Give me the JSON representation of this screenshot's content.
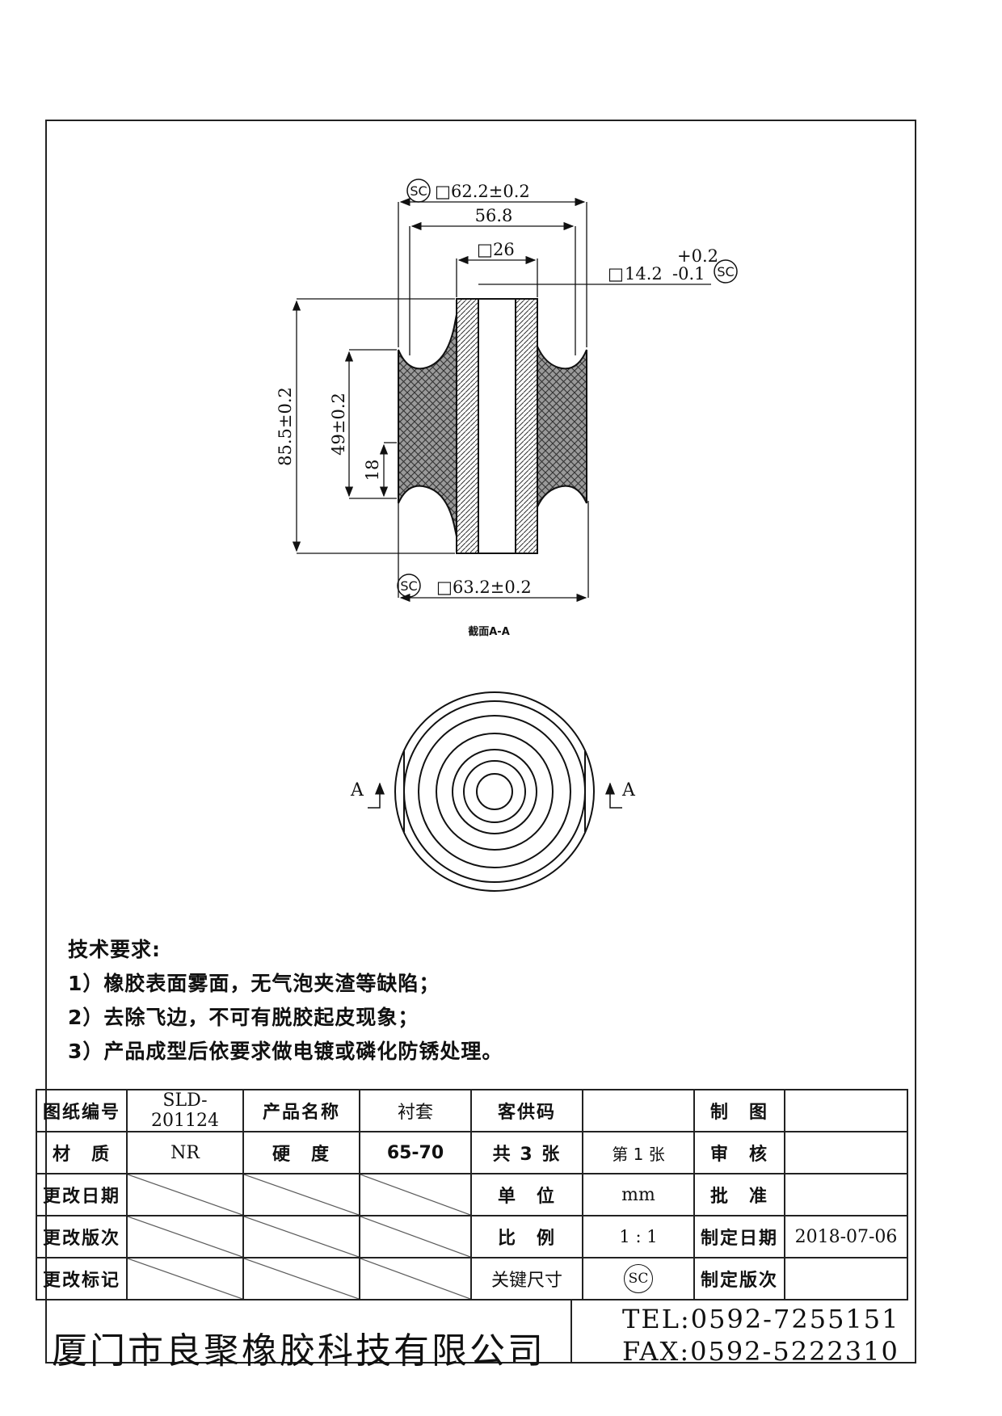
{
  "drawing": {
    "dim_top_outer": "62.2±0.2",
    "dim_top_inner": "56.8",
    "dim_bore_26": "26",
    "dim_tol_upper": "+0.2",
    "dim_bore_14": "14.2",
    "dim_tol_lower": "-0.1",
    "dim_bottom_outer": "63.2±0.2",
    "dim_height_total": "85.5±0.2",
    "dim_height_mid": "49±0.2",
    "dim_height_18": "18",
    "sc_mark": "SC",
    "square_sym": "□",
    "section_label": "截面A-A",
    "view_arrow_label": "A"
  },
  "requirements": {
    "heading": "技术要求:",
    "items": [
      "1）橡胶表面雾面，无气泡夹渣等缺陷；",
      "2）去除飞边，不可有脱胶起皮现象；",
      "3）产品成型后依要求做电镀或磷化防锈处理。"
    ]
  },
  "title_block": {
    "drawing_no_label": "图纸编号",
    "drawing_no": "SLD-201124",
    "product_name_label": "产品名称",
    "product_name": "衬套",
    "customer_code_label": "客供码",
    "customer_code": "",
    "drafted_label": "制　图",
    "drafted": "",
    "material_label": "材　质",
    "material": "NR",
    "hardness_label": "硬　度",
    "hardness": "65-70",
    "sheets_total": "共 3 张",
    "sheet_no": "第 1 张",
    "review_label": "审　核",
    "review": "",
    "change_date_label": "更改日期",
    "unit_label": "单　位",
    "unit": "mm",
    "approve_label": "批　准",
    "approve": "",
    "change_rev_label": "更改版次",
    "scale_label": "比　例",
    "scale": "1 : 1",
    "issue_date_label": "制定日期",
    "issue_date": "2018-07-06",
    "change_mark_label": "更改标记",
    "key_dim_label": "关键尺寸",
    "key_dim_mark": "SC",
    "issue_rev_label": "制定版次",
    "issue_rev": ""
  },
  "company": {
    "name": "厦门市良聚橡胶科技有限公司",
    "tel": "TEL:0592-7255151",
    "fax": "FAX:0592-5222310"
  }
}
